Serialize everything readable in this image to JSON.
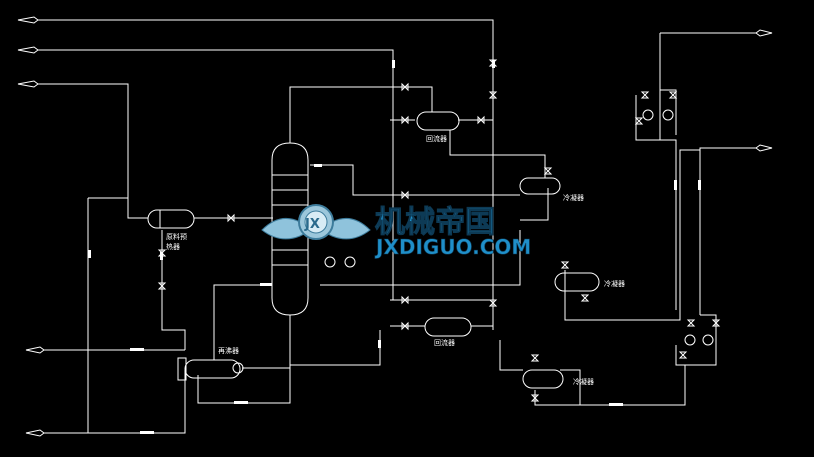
{
  "equipment_labels": {
    "reflux_drum_top": "回流器",
    "reflux_drum_bottom": "回流器",
    "feed_preheater": "原料预",
    "feed_preheater_2": "热器",
    "reboiler": "再沸器",
    "cooler_1": "冷凝器",
    "cooler_2": "冷凝器",
    "cooler_3": "冷凝器"
  },
  "watermark": {
    "cn": "机械帝国",
    "en": "JXDIGUO.COM",
    "logo_text": "JX"
  },
  "colors": {
    "background": "#000000",
    "lines": "#ffffff",
    "watermark_blue": "#1f8fc9"
  }
}
